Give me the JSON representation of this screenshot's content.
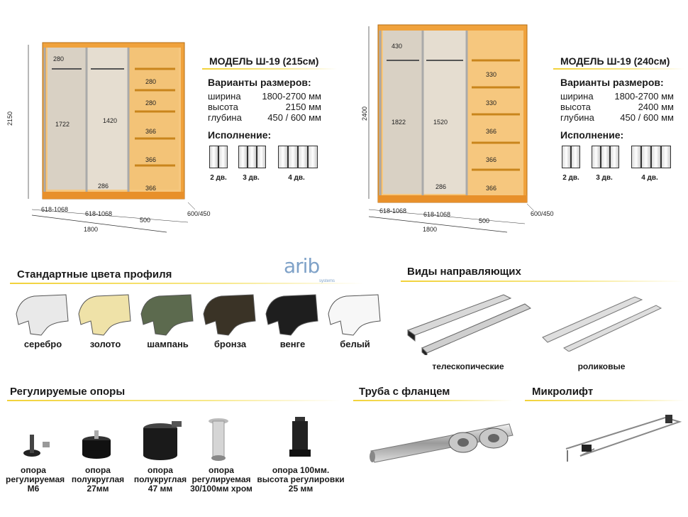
{
  "models": [
    {
      "title": "МОДЕЛЬ Ш-19 (215см)",
      "sizes_label": "Варианты размеров:",
      "specs": [
        {
          "k": "ширина",
          "v": "1800-2700 мм"
        },
        {
          "k": "высота",
          "v": "2150 мм"
        },
        {
          "k": "глубина",
          "v": "450 / 600 мм"
        }
      ],
      "exec_label": "Исполнение:",
      "doors": [
        "2 дв.",
        "3 дв.",
        "4 дв."
      ],
      "dims": {
        "height": "2150",
        "top": "280",
        "left_h": "1722",
        "mid_h": "1420",
        "bottom": "286",
        "shelves": [
          "280",
          "280",
          "366",
          "366",
          "366"
        ],
        "w1": "618-1068",
        "w2": "618-1068",
        "w3": "500",
        "total": "1800",
        "depth": "600/450"
      }
    },
    {
      "title": "МОДЕЛЬ Ш-19 (240см)",
      "sizes_label": "Варианты размеров:",
      "specs": [
        {
          "k": "ширина",
          "v": "1800-2700 мм"
        },
        {
          "k": "высота",
          "v": "2400 мм"
        },
        {
          "k": "глубина",
          "v": "450 / 600 мм"
        }
      ],
      "exec_label": "Исполнение:",
      "doors": [
        "2 дв.",
        "3 дв.",
        "4 дв."
      ],
      "dims": {
        "height": "2400",
        "top": "430",
        "left_h": "1822",
        "mid_h": "1520",
        "bottom": "286",
        "shelves": [
          "330",
          "330",
          "366",
          "366",
          "366"
        ],
        "w1": "618-1068",
        "w2": "618-1068",
        "w3": "500",
        "total": "1800",
        "depth": "600/450"
      }
    }
  ],
  "logo": {
    "text": "arib",
    "sub": "systems"
  },
  "colors": {
    "title": "Стандартные цвета профиля",
    "items": [
      {
        "label": "серебро",
        "color": "#e9e9e9"
      },
      {
        "label": "золото",
        "color": "#efe2a8"
      },
      {
        "label": "шампань",
        "color": "#5c6a4e"
      },
      {
        "label": "бронза",
        "color": "#3a3326"
      },
      {
        "label": "венге",
        "color": "#1e1e1e"
      },
      {
        "label": "белый",
        "color": "#f7f7f7"
      }
    ]
  },
  "guides": {
    "title": "Виды направляющих",
    "items": [
      "телескопические",
      "роликовые"
    ]
  },
  "supports": {
    "title": "Регулируемые опоры",
    "items": [
      [
        "опора",
        "регулируемая",
        "М6"
      ],
      [
        "опора",
        "полукруглая",
        "27мм"
      ],
      [
        "опора",
        "полукруглая",
        "47 мм"
      ],
      [
        "опора",
        "регулируемая",
        "30/100мм хром"
      ],
      [
        "опора 100мм.",
        "высота регулировки",
        "25 мм"
      ]
    ]
  },
  "pipe": {
    "title": "Труба с фланцем"
  },
  "microlift": {
    "title": "Микролифт"
  },
  "accent": "#f2d23a"
}
